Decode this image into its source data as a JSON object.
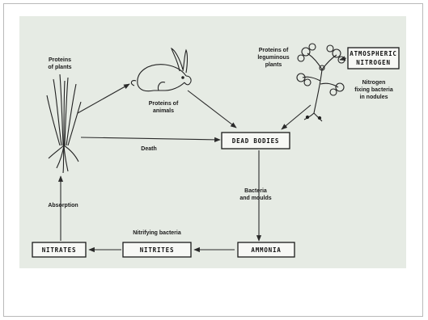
{
  "colors": {
    "background_panel": "#e6ebe4",
    "ink": "#1a1a1a",
    "frame_border": "#b9b9b9"
  },
  "labels": {
    "proteins_of_plants": [
      "Proteins",
      "of plants"
    ],
    "proteins_of_animals": [
      "Proteins of",
      "animals"
    ],
    "proteins_of_leguminous_plants": [
      "Proteins of",
      "leguminous",
      "plants"
    ],
    "nitrogen_fixing_bacteria": [
      "Nitrogen",
      "fixing bacteria",
      "in nodules"
    ],
    "death": "Death",
    "bacteria_and_moulds": [
      "Bacteria",
      "and moulds"
    ],
    "absorption": "Absorption",
    "nitrifying_bacteria": "Nitrifying bacteria"
  },
  "boxes": {
    "atmospheric_nitrogen": [
      "ATMOSPHERIC",
      "NITROGEN"
    ],
    "dead_bodies": "DEAD BODIES",
    "ammonia": "AMMONIA",
    "nitrites": "NITRITES",
    "nitrates": "NITRATES"
  },
  "icons": {
    "plant": "grass-plant-icon",
    "rabbit": "rabbit-icon",
    "legume": "leguminous-plant-icon"
  }
}
